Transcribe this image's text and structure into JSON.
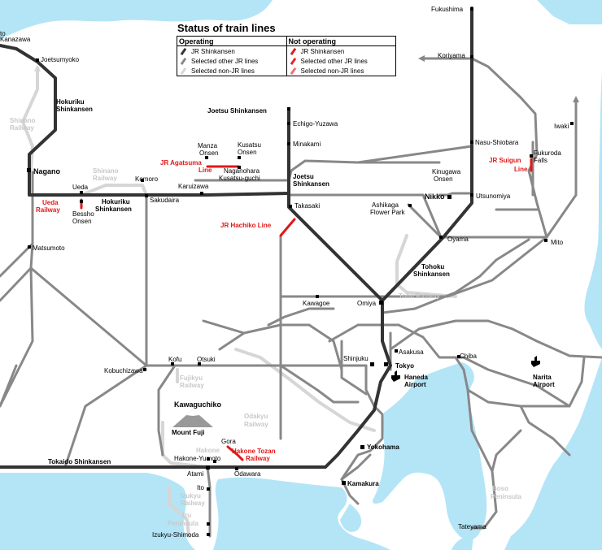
{
  "legend": {
    "title": "Status of train lines",
    "col_operating": "Operating",
    "col_not_operating": "Not operating",
    "rows": [
      {
        "op_label": "JR Shinkansen",
        "op_color": "#333333",
        "nop_label": "JR Shinkansen",
        "nop_color": "#d42020"
      },
      {
        "op_label": "Selected other JR lines",
        "op_color": "#888888",
        "nop_label": "Selected other JR lines",
        "nop_color": "#e02828"
      },
      {
        "op_label": "Selected non-JR lines",
        "op_color": "#d6d6d6",
        "nop_label": "Selected non-JR lines",
        "nop_color": "#f07070"
      }
    ]
  },
  "colors": {
    "sea": "#b3e5f7",
    "shinkansen": "#333333",
    "jr_line": "#888888",
    "non_jr_line": "#d6d6d6",
    "not_operating": "#e01818"
  },
  "labels": {
    "to_kanazawa_1": "to",
    "to_kanazawa_2": "Kanazawa",
    "fukushima": "Fukushima",
    "joetsumyoko": "Joetsumyoko",
    "koriyama": "Koriyama",
    "hokuriku_1": "Hokuriku",
    "hokuriku_2": "Shinkansen",
    "shinano_1": "Shinano",
    "shinano_2": "Railway",
    "joetsu_shinkansen": "Joetsu Shinkansen",
    "echigo_yuzawa": "Echigo-Yuzawa",
    "minakami": "Minakami",
    "iwaki": "Iwaki",
    "nasu_shiobara": "Nasu-Shiobara",
    "manza_1": "Manza",
    "manza_2": "Onsen",
    "kusatsu_1": "Kusatsu",
    "kusatsu_2": "Onsen",
    "agatsuma_1": "JR Agatsuma",
    "agatsuma_2": "Line",
    "naganohara_1": "Naganohara",
    "naganohara_2": "Kusatsu-guchi",
    "joetsu2_1": "Joetsu",
    "joetsu2_2": "Shinkansen",
    "nagano": "Nagano",
    "shinano2_1": "Shinano",
    "shinano2_2": "Railway",
    "komoro": "Komoro",
    "kinugawa_1": "Kinugawa",
    "kinugawa_2": "Onsen",
    "suigun_1": "JR Suigun",
    "suigun_2": "Line",
    "fukuroda_1": "Fukuroda",
    "fukuroda_2": "Falls",
    "ueda": "Ueda",
    "karuizawa": "Karuizawa",
    "nikko": "Nikko",
    "utsunomiya": "Utsunomiya",
    "ueda_rw_1": "Ueda",
    "ueda_rw_2": "Railway",
    "hokuriku2_1": "Hokuriku",
    "hokuriku2_2": "Shinkansen",
    "sakudaira": "Sakudaira",
    "takasaki": "Takasaki",
    "ashikaga_1": "Ashikaga",
    "ashikaga_2": "Flower Park",
    "bessho_1": "Bessho",
    "bessho_2": "Onsen",
    "hachiko": "JR Hachiko Line",
    "oyama": "Oyama",
    "mito": "Mito",
    "matsumoto": "Matsumoto",
    "tohoku_1": "Tohoku",
    "tohoku_2": "Shinkansen",
    "tobu": "Tobu Railway",
    "kawagoe": "Kawagoe",
    "omiya": "Omiya",
    "asakusa": "Asakusa",
    "chiba": "Chiba",
    "kofu": "Kofu",
    "otsuki": "Otsuki",
    "shinjuku": "Shinjuku",
    "tokyo": "Tokyo",
    "kobuchizawa": "Kobuchizawa",
    "haneda_1": "Haneda",
    "haneda_2": "Airport",
    "narita_1": "Narita",
    "narita_2": "Airport",
    "fujikyu_1": "Fujikyu",
    "fujikyu_2": "Railway",
    "kawaguchiko": "Kawaguchiko",
    "odakyu_1": "Odakyu",
    "odakyu_2": "Railway",
    "mount_fuji": "Mount Fuji",
    "yokohama": "Yokohama",
    "gora": "Gora",
    "hakone": "Hakone",
    "hakone_tozan_1": "Hakone Tozan",
    "hakone_tozan_2": "Railway",
    "hakone_yumoto": "Hakone-Yumoto",
    "tokaido": "Tokaido Shinkansen",
    "atami": "Atami",
    "odawara": "Odawara",
    "kamakura": "Kamakura",
    "ito": "Ito",
    "izukyu_1": "Izukyu",
    "izukyu_2": "Railway",
    "boso_1": "Boso",
    "boso_2": "Peninsula",
    "izu_1": "Izu",
    "izu_2": "Peninsula",
    "tateyama": "Tateyama",
    "izukyu_shimoda": "Izukyu-Shimoda"
  }
}
